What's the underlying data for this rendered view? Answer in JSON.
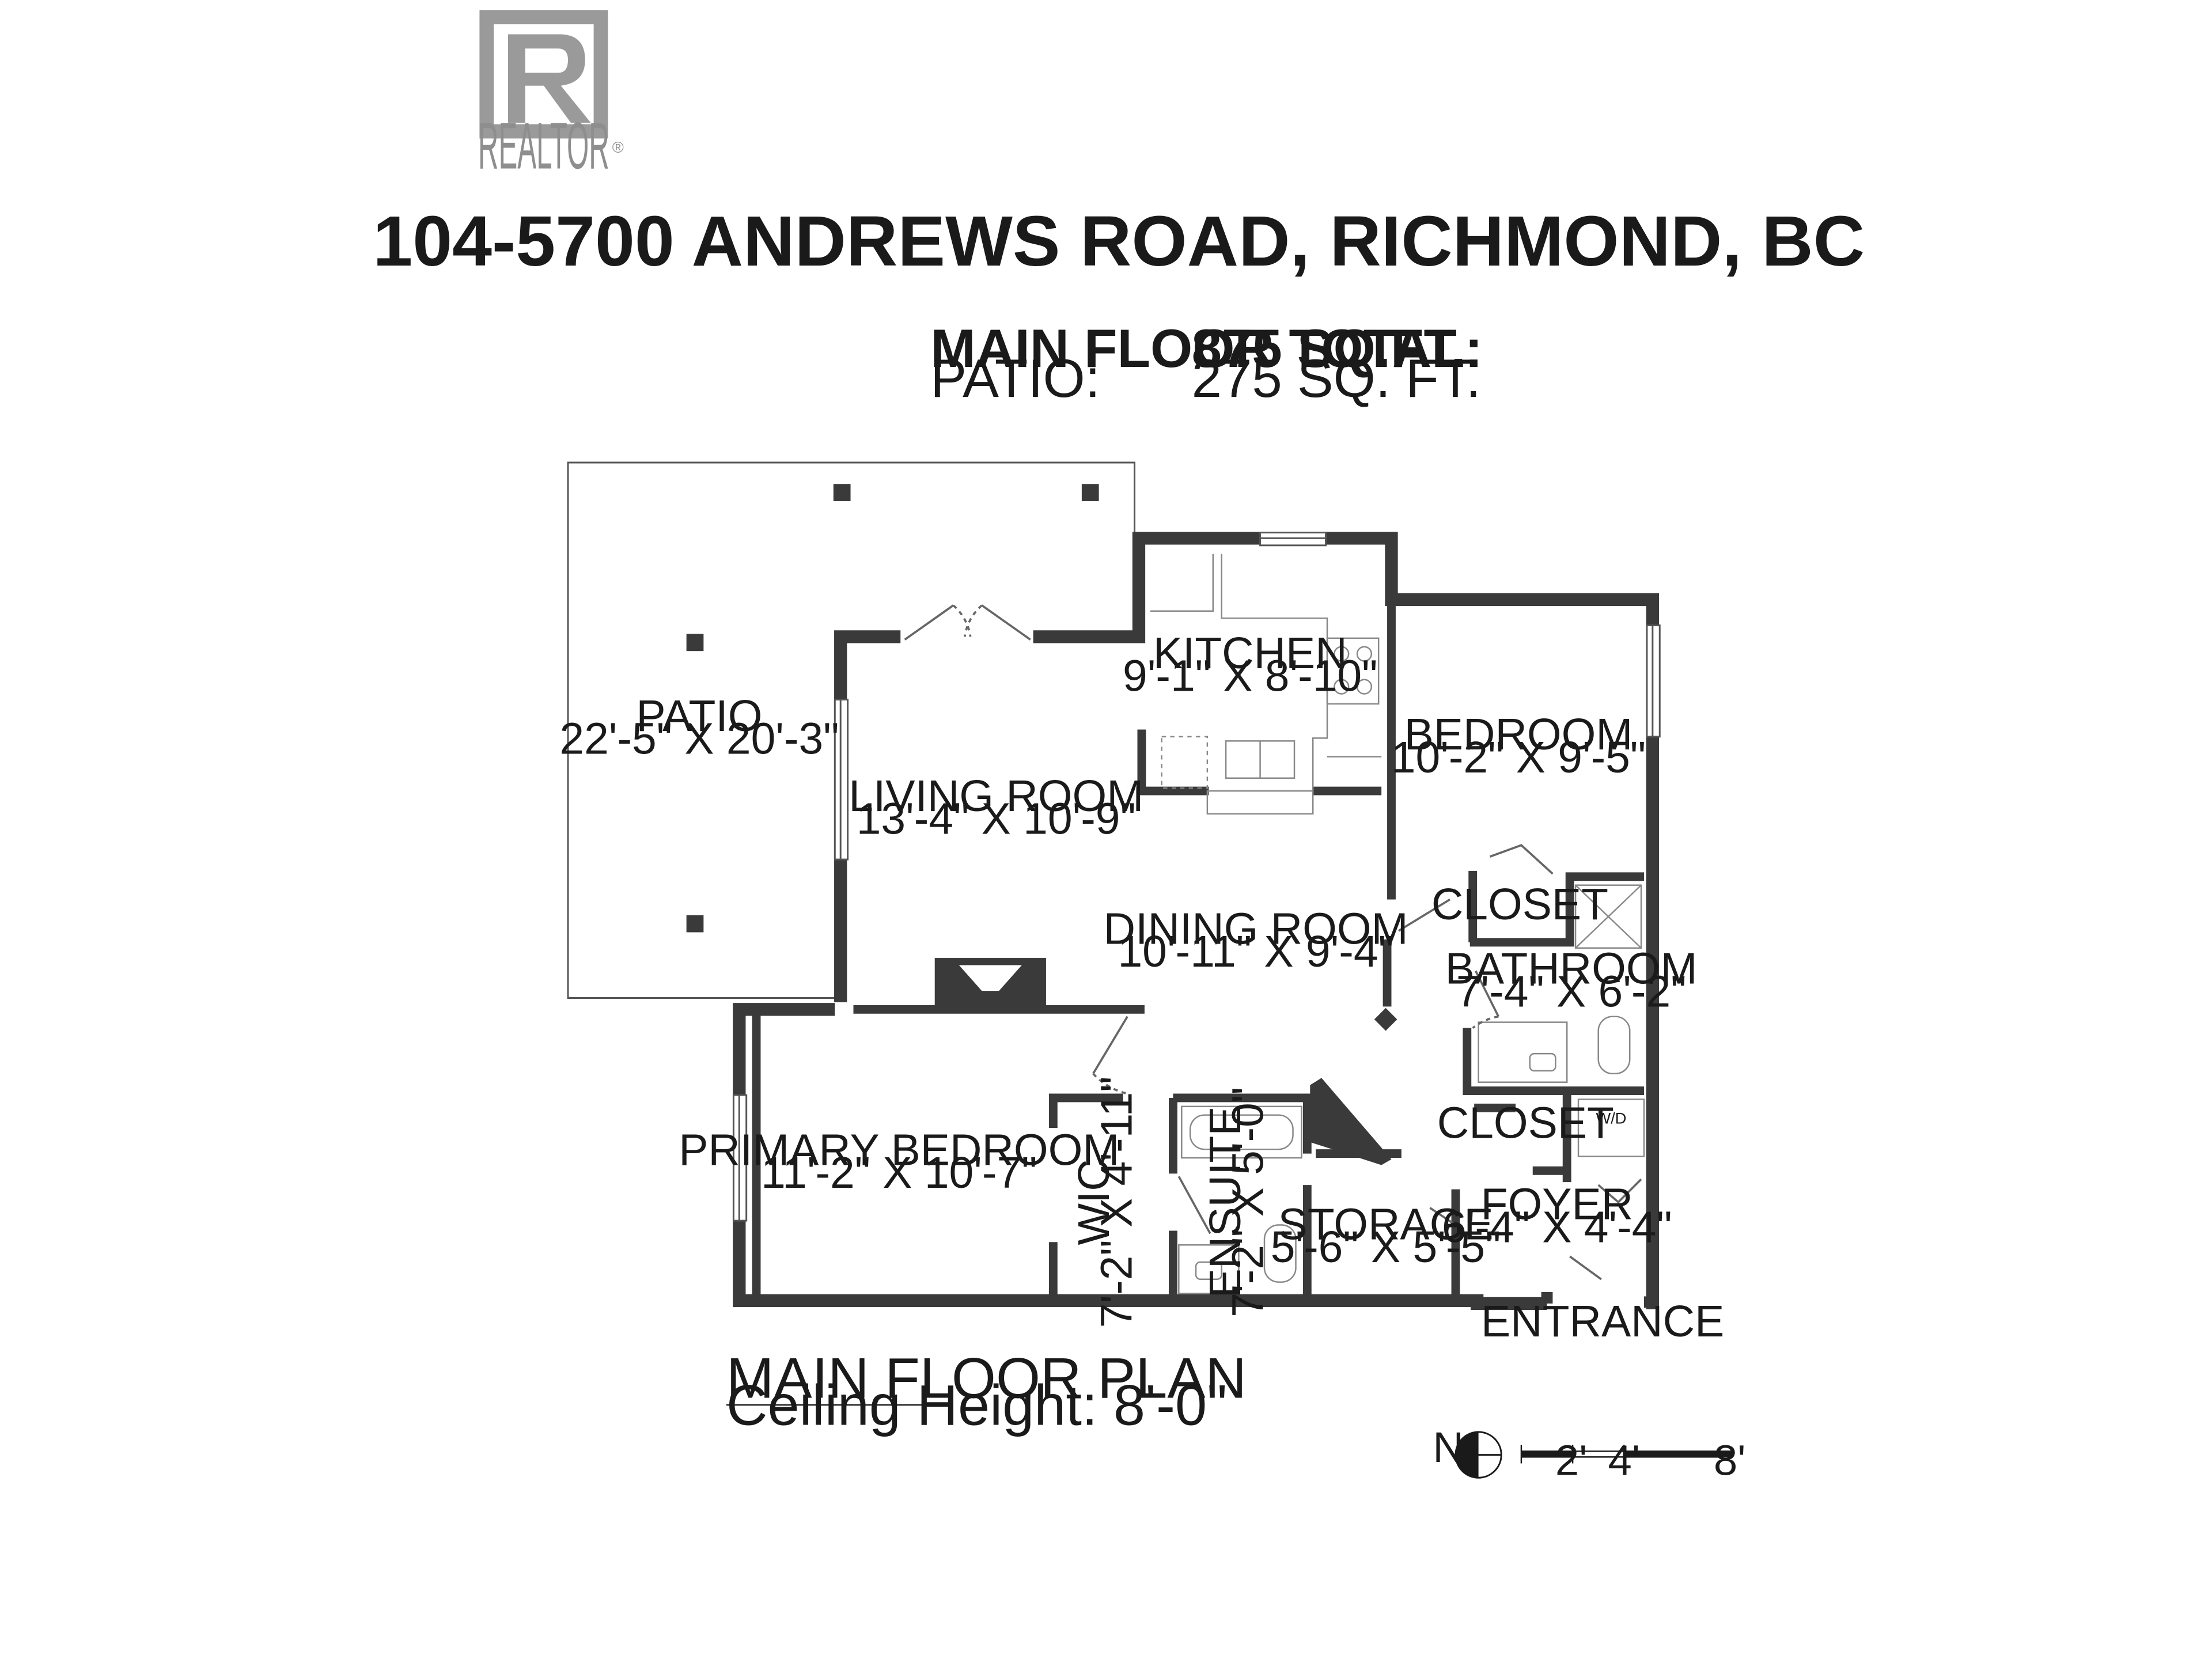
{
  "logo": {
    "wordmark": "REALTOR",
    "registered": "®",
    "letter": "R"
  },
  "title": "104-5700 ANDREWS ROAD, RICHMOND, BC",
  "areas": [
    {
      "label": "MAIN FLOOR TOTAL:",
      "value": "875 SQ.FT."
    },
    {
      "label": "PATIO:",
      "value": "275 SQ. FT."
    }
  ],
  "rooms": {
    "patio": {
      "name": "PATIO",
      "dims": "22'-5\" X 20'-3\""
    },
    "kitchen": {
      "name": "KITCHEN",
      "dims": "9'-1\" X 8'-10\""
    },
    "living": {
      "name": "LIVING ROOM",
      "dims": "13'-4\" X 10'-9\""
    },
    "bedroom": {
      "name": "BEDROOM",
      "dims": "10'-2\" X 9'-5\""
    },
    "dining": {
      "name": "DINING ROOM",
      "dims": "10'-11\" X 9'-4\""
    },
    "closet_upper": {
      "name": "CLOSET"
    },
    "bathroom": {
      "name": "BATHROOM",
      "dims": "7'-4\" X 6'-2\""
    },
    "primary": {
      "name": "PRIMARY BEDROOM",
      "dims": "11'-2\" X 10'-7\""
    },
    "wic": {
      "name": "WIC",
      "dims": "7'-2\" X 4'-11\""
    },
    "ensuite": {
      "name": "ENSUITE",
      "dims": "7'-2\" X 5'-0\""
    },
    "storage": {
      "name": "STORAGE",
      "dims": "5'-6\" X 5'-5\""
    },
    "closet_lower": {
      "name": "CLOSET"
    },
    "wd": {
      "name": "W/D"
    },
    "foyer": {
      "name": "FOYER",
      "dims": "6'-4\" X 4'-4\""
    }
  },
  "entrance": "ENTRANCE",
  "plan_title": "MAIN FLOOR PLAN",
  "ceiling": "Ceiling Height: 8'-0\"",
  "north": "N",
  "scale": {
    "labels": [
      "2'",
      "4'",
      "8'"
    ]
  },
  "colors": {
    "wall": "#3a3a3a",
    "logo": "#8e8e8e",
    "text": "#1a1a1a"
  }
}
